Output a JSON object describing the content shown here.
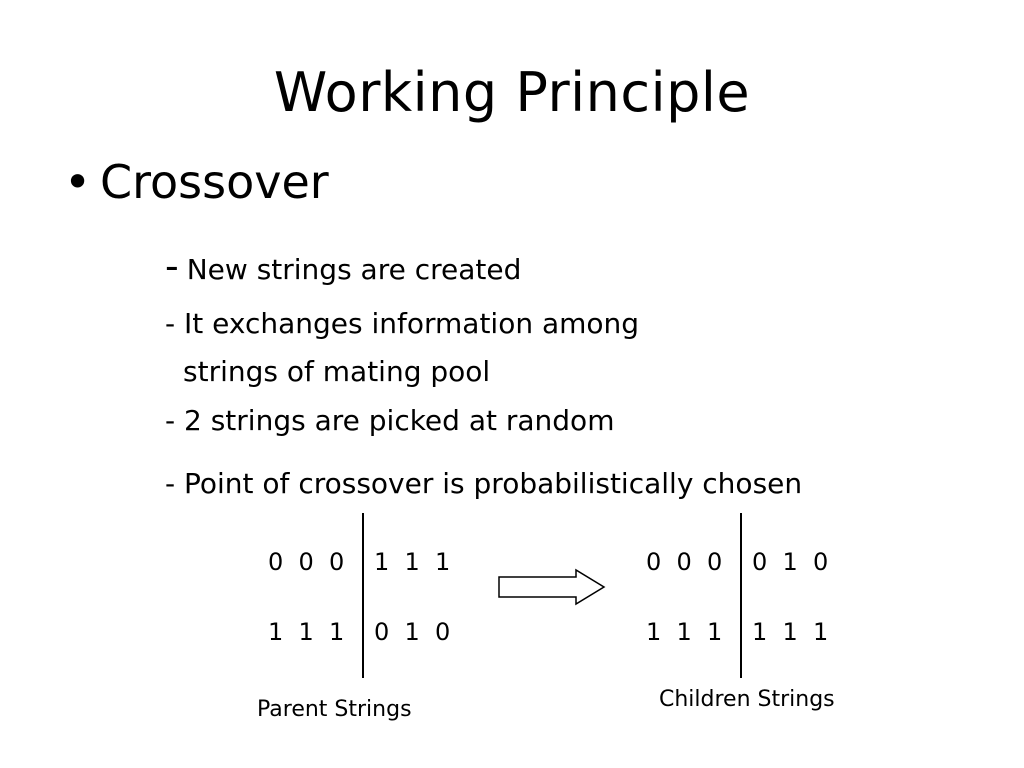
{
  "slide": {
    "title": "Working Principle",
    "bullet_symbol": "•",
    "bullet": "Crossover",
    "points": [
      "New strings are created",
      "- It exchanges information among",
      "strings of mating pool",
      "- 2 strings are picked at random",
      "- Point of crossover is probabilistically chosen"
    ],
    "point0_dash": "-"
  },
  "diagram": {
    "parents": [
      {
        "left": "0  0  0",
        "right": "1  1  1"
      },
      {
        "left": "1  1  1",
        "right": "0  1  0"
      }
    ],
    "children": [
      {
        "left": "0  0  0",
        "right": "0  1  0"
      },
      {
        "left": "1  1  1",
        "right": "1  1  1"
      }
    ],
    "parent_caption": "Parent Strings",
    "children_caption": "Children Strings"
  }
}
